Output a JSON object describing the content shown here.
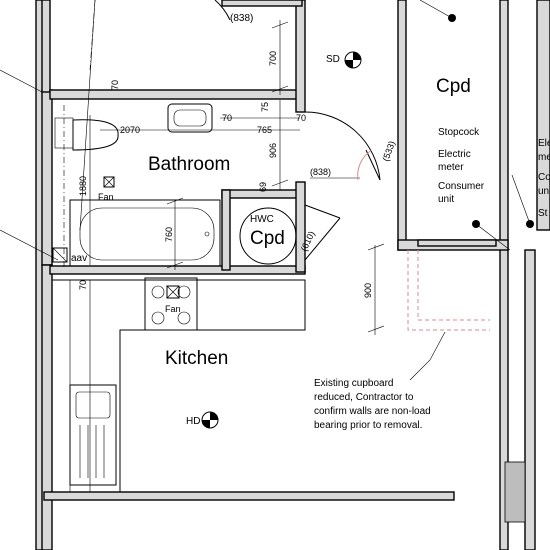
{
  "rooms": {
    "bathroom": "Bathroom",
    "kitchen": "Kitchen",
    "cupboard_right": "Cpd",
    "hwc_label": "HWC",
    "hwc_cpd": "Cpd"
  },
  "fixtures": {
    "fan_bathroom": "Fan",
    "fan_kitchen": "Fan",
    "aav": "aav",
    "sd": "SD",
    "hd": "HD"
  },
  "dimensions": {
    "d838_top": "(838)",
    "d700": "700",
    "d70_a": "70",
    "d70_b": "70",
    "d70_c": "70",
    "d70_d": "70",
    "d75": "75",
    "d2070": "2070",
    "d765": "765",
    "d906": "906",
    "d838_mid": "(838)",
    "d533": "(533)",
    "d69": "69",
    "d1880": "1880",
    "d760": "760",
    "d610": "(610)",
    "d900": "900"
  },
  "cupboard_notes": [
    "Stopcock",
    "Electric",
    "meter",
    "Consumer",
    "unit"
  ],
  "edge_text": [
    "Ele",
    "me",
    "Co",
    "uni",
    "St"
  ],
  "annotation": {
    "lines": [
      "Existing cupboard",
      "reduced, Contractor to",
      "confirm walls are non-load",
      "bearing prior to removal."
    ]
  },
  "colors": {
    "wall_fill": "#d9d9d9",
    "line": "#000000",
    "demolition": "#d98c8c"
  }
}
